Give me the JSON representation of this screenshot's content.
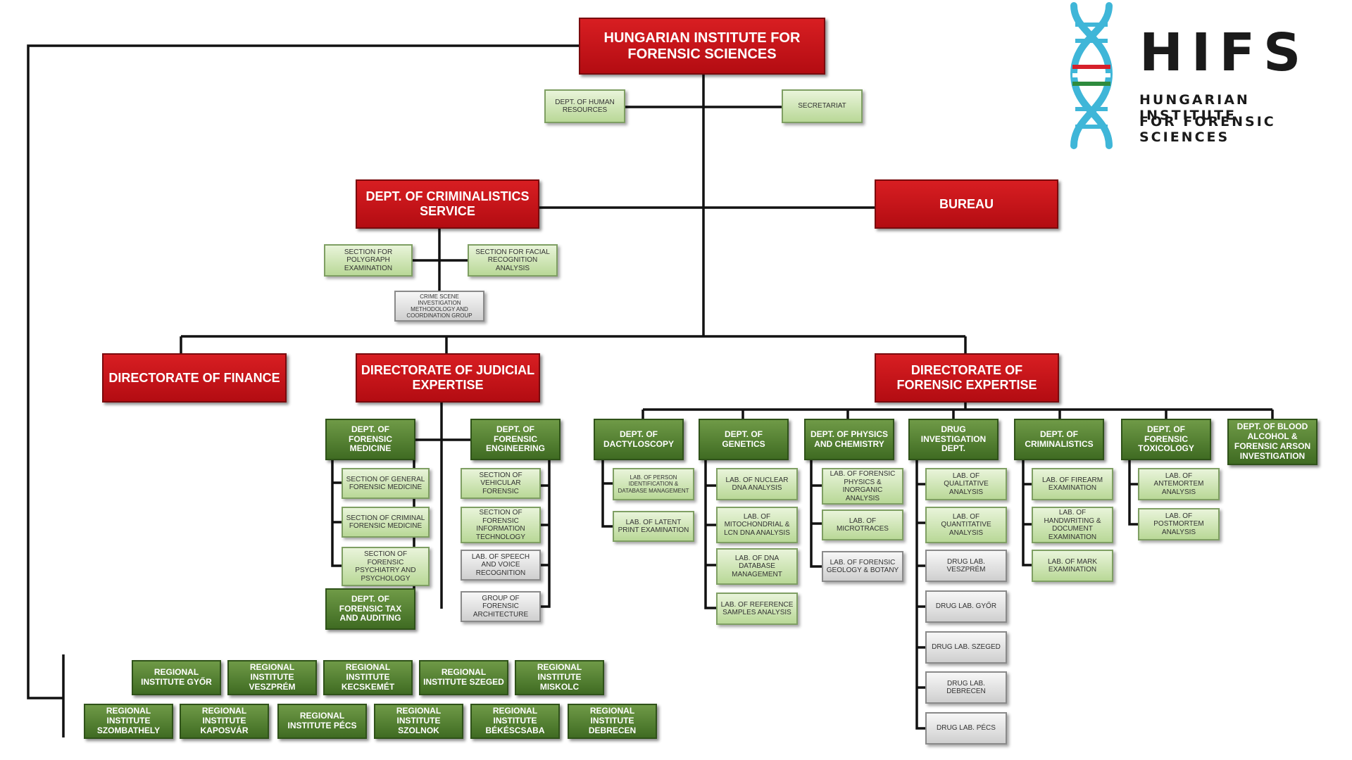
{
  "top": "HUNGARIAN INSTITUTE FOR FORENSIC SCIENCES",
  "hr": "DEPT. OF HUMAN RESOURCES",
  "secretariat": "SECRETARIAT",
  "criminalistics_service": "DEPT. OF CRIMINALISTICS SERVICE",
  "bureau": "BUREAU",
  "polygraph": "SECTION FOR POLYGRAPH EXAMINATION",
  "facial": "SECTION FOR FACIAL RECOGNITION ANALYSIS",
  "crime_scene": "CRIME SCENE INVESTIGATION METHODOLOGY AND COORDINATION GROUP",
  "finance": "DIRECTORATE OF FINANCE",
  "judicial": "DIRECTORATE OF JUDICIAL EXPERTISE",
  "forensic_exp": "DIRECTORATE OF FORENSIC EXPERTISE",
  "medicine": {
    "head": "DEPT. OF FORENSIC MEDICINE",
    "items": [
      "SECTION OF GENERAL FORENSIC MEDICINE",
      "SECTION OF CRIMINAL FORENSIC MEDICINE",
      "SECTION OF FORENSIC PSYCHIATRY AND PSYCHOLOGY"
    ]
  },
  "tax": "DEPT. OF FORENSIC TAX AND AUDITING",
  "engineering": {
    "head": "DEPT. OF FORENSIC ENGINEERING",
    "items": [
      "SECTION OF VEHICULAR FORENSIC",
      "SECTION OF FORENSIC INFORMATION TECHNOLOGY",
      "LAB. OF SPEECH AND VOICE RECOGNITION",
      "GROUP OF FORENSIC ARCHITECTURE"
    ]
  },
  "dactyloscopy": {
    "head": "DEPT. OF DACTYLOSCOPY",
    "items": [
      "LAB. OF PERSON IDENTIFICATION & DATABASE MANAGEMENT",
      "LAB. OF LATENT PRINT EXAMINATION"
    ]
  },
  "genetics": {
    "head": "DEPT. OF GENETICS",
    "items": [
      "LAB. OF NUCLEAR DNA ANALYSIS",
      "LAB. OF MITOCHONDRIAL & LCN DNA ANALYSIS",
      "LAB. OF DNA DATABASE MANAGEMENT",
      "LAB. OF REFERENCE SAMPLES ANALYSIS"
    ]
  },
  "physics": {
    "head": "DEPT. OF PHYSICS AND CHEMISTRY",
    "items": [
      "LAB. OF FORENSIC PHYSICS & INORGANIC ANALYSIS",
      "LAB. OF MICROTRACES",
      "LAB. OF FORENSIC GEOLOGY & BOTANY"
    ]
  },
  "drug": {
    "head": "DRUG INVESTIGATION DEPT.",
    "items": [
      "LAB. OF QUALITATIVE ANALYSIS",
      "LAB. OF QUANTITATIVE ANALYSIS",
      "DRUG LAB. VESZPRÉM",
      "DRUG LAB. GYŐR",
      "DRUG LAB. SZEGED",
      "DRUG LAB. DEBRECEN",
      "DRUG LAB. PÉCS"
    ]
  },
  "criminalistics": {
    "head": "DEPT. OF CRIMINALISTICS",
    "items": [
      "LAB. OF FIREARM EXAMINATION",
      "LAB. OF HANDWRITING & DOCUMENT EXAMINATION",
      "LAB. OF MARK EXAMINATION"
    ]
  },
  "toxicology": {
    "head": "DEPT. OF FORENSIC TOXICOLOGY",
    "items": [
      "LAB. OF ANTEMORTEM ANALYSIS",
      "LAB. OF POSTMORTEM ANALYSIS"
    ]
  },
  "blood": "DEPT. OF BLOOD ALCOHOL & FORENSIC ARSON INVESTIGATION",
  "regional_row1": [
    "REGIONAL INSTITUTE GYŐR",
    "REGIONAL INSTITUTE VESZPRÉM",
    "REGIONAL INSTITUTE KECSKEMÉT",
    "REGIONAL INSTITUTE SZEGED",
    "REGIONAL INSTITUTE MISKOLC"
  ],
  "regional_row2": [
    "REGIONAL INSTITUTE SZOMBATHELY",
    "REGIONAL INSTITUTE KAPOSVÁR",
    "REGIONAL INSTITUTE PÉCS",
    "REGIONAL INSTITUTE SZOLNOK",
    "REGIONAL INSTITUTE BÉKÉSCSABA",
    "REGIONAL INSTITUTE DEBRECEN"
  ],
  "logo": {
    "acronym": "HIFS",
    "line1": "HUNGARIAN INSTITUTE",
    "line2": "FOR FORENSIC SCIENCES",
    "colors": {
      "helix": "#3fb6d8",
      "red": "#d6202a",
      "green": "#2e8b3d"
    }
  }
}
